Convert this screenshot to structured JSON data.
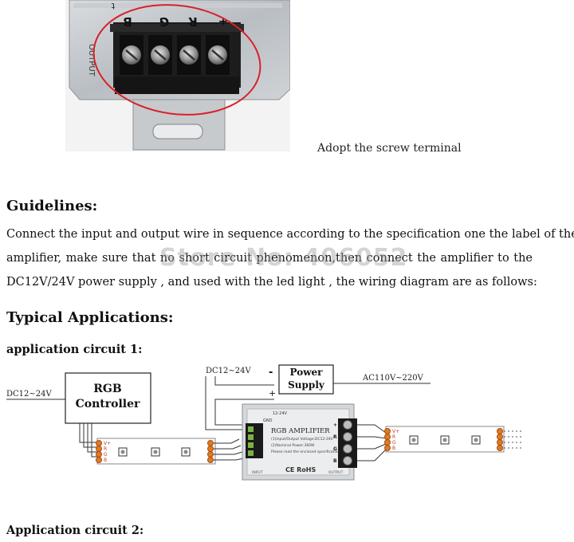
{
  "photo": {
    "terminal_labels": [
      "B",
      "G",
      "R",
      "+"
    ],
    "side_label": "OUTPUT",
    "corner_mark": "t",
    "circle_color": "#d8222a"
  },
  "caption": "Adopt the screw terminal",
  "guidelines": {
    "heading": "Guidelines:",
    "lines": [
      "Connect the input and output wire in sequence according to the specification one the label of the",
      "amplifier, make sure that no short circuit phenomenon,then connect the amplifier to the",
      "DC12V/24V power supply , and used with the led light , the wiring diagram are as follows:"
    ]
  },
  "watermark": "Store No: 406052",
  "typical": {
    "heading": "Typical Applications:"
  },
  "app1": {
    "heading": "application circuit 1:",
    "dc_left": "DC12~24V",
    "controller": [
      "RGB",
      "Controller"
    ],
    "dc_top": "DC12~24V",
    "minus": "-",
    "plus": "+",
    "power_supply": [
      "Power",
      "Supply"
    ],
    "ac": "AC110V~220V",
    "amp": {
      "brand": "RGB AMPLIFIER",
      "input_v": "12-24V",
      "gnd": "GND",
      "spec1": "(1)Input/Output Voltage:DC12-24V",
      "spec2": "(2)Nominal Power:360W",
      "spec3": "Please read the enclosed specification first",
      "input": "INPUT",
      "output": "OUTPUT",
      "ce_rohs": "CE  RoHS",
      "terminals": [
        "+",
        "R",
        "G",
        "B"
      ]
    },
    "strip_pins": [
      "V+",
      "R",
      "G",
      "B"
    ],
    "accent": "#d8222a"
  },
  "app2": {
    "heading": "Application circuit 2:"
  }
}
